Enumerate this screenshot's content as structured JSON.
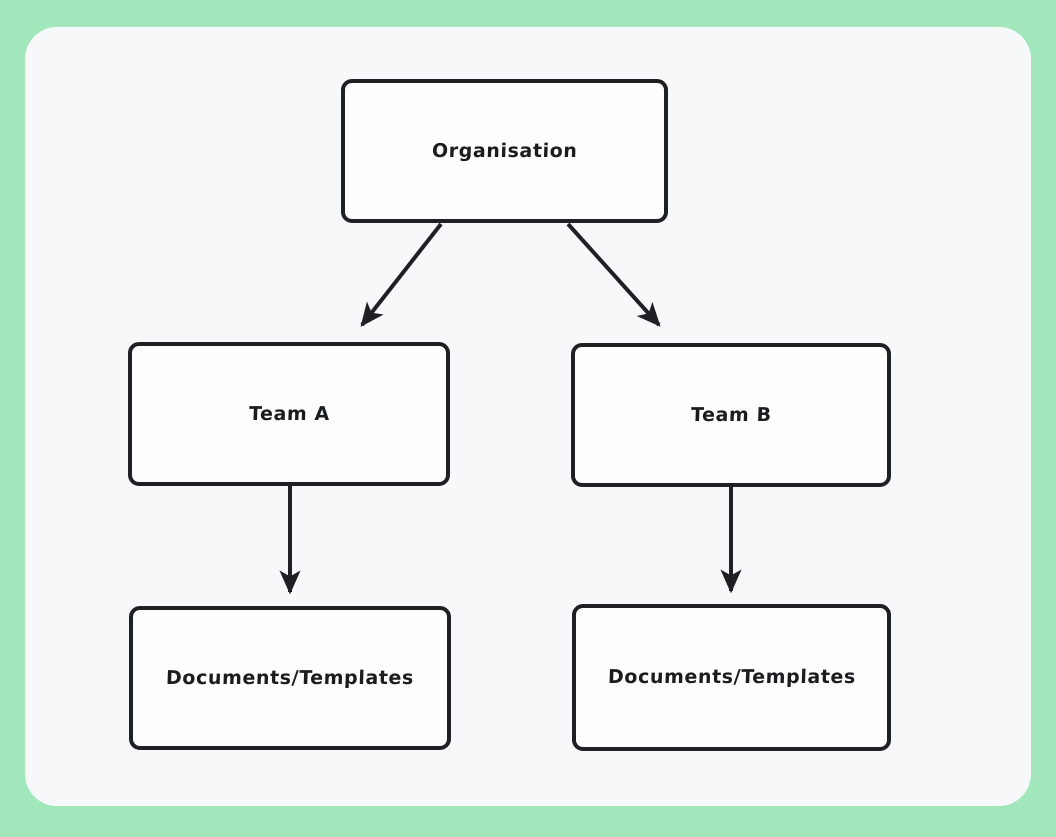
{
  "canvas": {
    "background_color": "#a2e7bc",
    "card_color": "#f7f8fa",
    "node_border_color": "#1f2023",
    "node_fill_color": "#fdfdfd",
    "text_color": "#1b1c1f"
  },
  "diagram": {
    "type": "org-hierarchy-flowchart",
    "nodes": [
      {
        "id": "organisation",
        "label": "Organisation",
        "level": 0
      },
      {
        "id": "team-a",
        "label": "Team A",
        "level": 1
      },
      {
        "id": "team-b",
        "label": "Team B",
        "level": 1
      },
      {
        "id": "docs-left",
        "label": "Documents/Templates",
        "level": 2
      },
      {
        "id": "docs-right",
        "label": "Documents/Templates",
        "level": 2
      }
    ],
    "edges": [
      {
        "from": "organisation",
        "to": "team-a",
        "style": "diagonal-arrow"
      },
      {
        "from": "organisation",
        "to": "team-b",
        "style": "diagonal-arrow"
      },
      {
        "from": "team-a",
        "to": "docs-left",
        "style": "vertical-arrow"
      },
      {
        "from": "team-b",
        "to": "docs-right",
        "style": "vertical-arrow"
      }
    ]
  }
}
